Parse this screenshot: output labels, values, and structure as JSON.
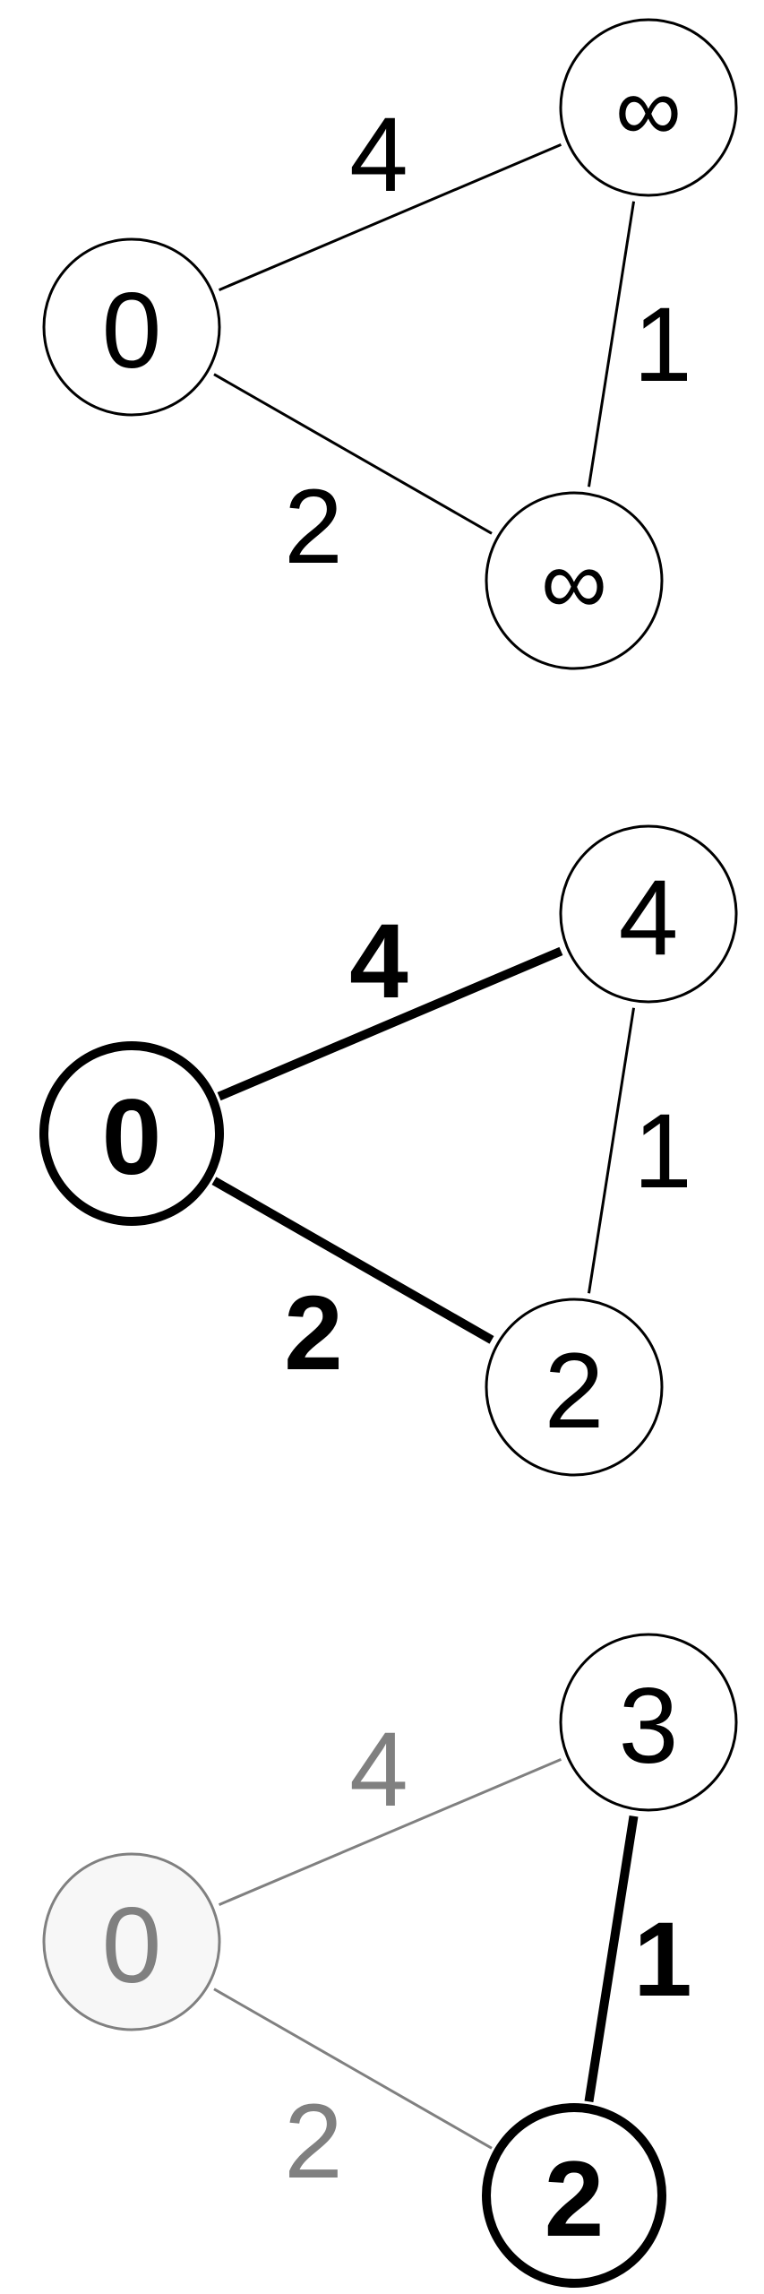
{
  "colors": {
    "active": "#000000",
    "faded": "#808080",
    "faded_fill": "#f7f7f7",
    "node_fill": "#ffffff"
  },
  "panels": [
    {
      "nodes": [
        {
          "id": "a",
          "label": "0",
          "state": "normal"
        },
        {
          "id": "b",
          "label": "∞",
          "state": "normal"
        },
        {
          "id": "c",
          "label": "∞",
          "state": "normal"
        }
      ],
      "edges": [
        {
          "from": "a",
          "to": "b",
          "weight": "4",
          "state": "normal"
        },
        {
          "from": "a",
          "to": "c",
          "weight": "2",
          "state": "normal"
        },
        {
          "from": "b",
          "to": "c",
          "weight": "1",
          "state": "normal"
        }
      ]
    },
    {
      "nodes": [
        {
          "id": "a",
          "label": "0",
          "state": "active"
        },
        {
          "id": "b",
          "label": "4",
          "state": "normal"
        },
        {
          "id": "c",
          "label": "2",
          "state": "normal"
        }
      ],
      "edges": [
        {
          "from": "a",
          "to": "b",
          "weight": "4",
          "state": "active"
        },
        {
          "from": "a",
          "to": "c",
          "weight": "2",
          "state": "active"
        },
        {
          "from": "b",
          "to": "c",
          "weight": "1",
          "state": "normal"
        }
      ]
    },
    {
      "nodes": [
        {
          "id": "a",
          "label": "0",
          "state": "faded"
        },
        {
          "id": "b",
          "label": "3",
          "state": "normal"
        },
        {
          "id": "c",
          "label": "2",
          "state": "active"
        }
      ],
      "edges": [
        {
          "from": "a",
          "to": "b",
          "weight": "4",
          "state": "faded"
        },
        {
          "from": "a",
          "to": "c",
          "weight": "2",
          "state": "faded"
        },
        {
          "from": "b",
          "to": "c",
          "weight": "1",
          "state": "active"
        }
      ]
    }
  ]
}
